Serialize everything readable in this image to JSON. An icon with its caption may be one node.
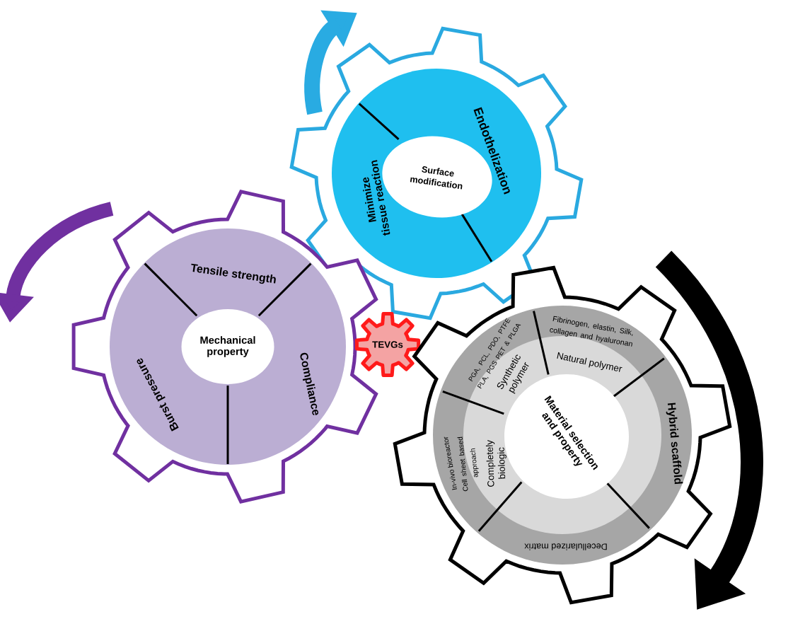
{
  "diagram": {
    "nodes": [
      {
        "text": [],
        "shape": "gear"
      },
      {
        "text": [
          "Surface modification"
        ],
        "in": 0
      },
      {
        "text": [
          "Endothelization"
        ],
        "in": 0
      },
      {
        "text": [
          "Minimize tissue reaction"
        ],
        "in": 0
      },
      {
        "text": [],
        "shape": "gear"
      },
      {
        "text": [
          "Mechanical property"
        ],
        "in": 4
      },
      {
        "text": [
          "Tensile strength"
        ],
        "in": 4
      },
      {
        "text": [
          "Compliance"
        ],
        "in": 4
      },
      {
        "text": [
          "Burst pressure"
        ],
        "in": 4
      },
      {
        "text": [
          "TEVGs"
        ]
      },
      {
        "text": [],
        "shape": "gear"
      },
      {
        "text": [
          "Material selection and property"
        ],
        "in": 10
      },
      {
        "text": [
          "Synthetic polymer"
        ],
        "in": 10
      },
      {
        "text": [
          "PGA, PCL, PDO, PTFE PLA, PGS PET & PLGA"
        ],
        "in": 10
      },
      {
        "text": [
          "Natural polymer"
        ],
        "in": 10
      },
      {
        "text": [
          "Fibrinogen, elastin, Silk, collagen and hyaluronan"
        ],
        "in": 10
      },
      {
        "text": [
          "Hybrid scaffold"
        ],
        "in": 10
      },
      {
        "text": [
          "Decellularized matrix"
        ],
        "in": 10
      },
      {
        "text": [
          "Completely biologic"
        ],
        "in": 10
      },
      {
        "text": [
          "Cell sheet based approach"
        ],
        "in": 10
      },
      {
        "text": [
          "In-vivo bioreactor"
        ],
        "in": 10
      }
    ]
  }
}
